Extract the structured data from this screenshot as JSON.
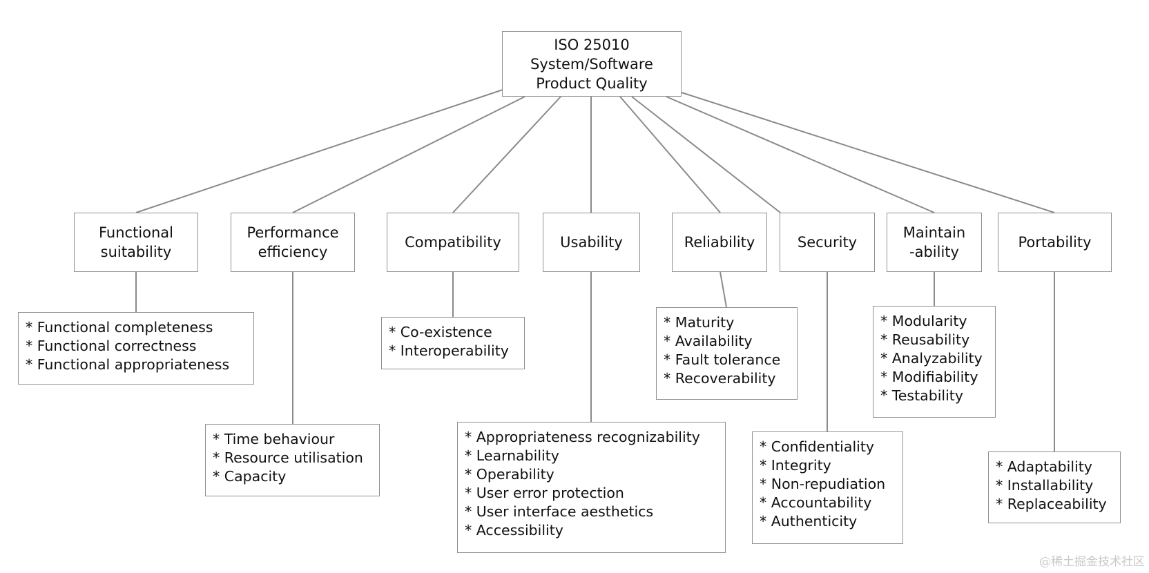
{
  "diagram": {
    "root": {
      "lines": [
        "ISO 25010",
        "System/Software",
        "Product Quality"
      ]
    },
    "categories": [
      {
        "title_lines": [
          "Functional",
          "suitability"
        ],
        "items": [
          "* Functional completeness",
          "* Functional correctness",
          "* Functional appropriateness"
        ]
      },
      {
        "title_lines": [
          "Performance",
          "efficiency"
        ],
        "items": [
          "* Time behaviour",
          "* Resource utilisation",
          "* Capacity"
        ]
      },
      {
        "title_lines": [
          "Compatibility"
        ],
        "items": [
          "* Co-existence",
          "* Interoperability"
        ]
      },
      {
        "title_lines": [
          "Usability"
        ],
        "items": [
          "* Appropriateness recognizability",
          "* Learnability",
          "* Operability",
          "* User error protection",
          "* User interface aesthetics",
          "* Accessibility"
        ]
      },
      {
        "title_lines": [
          "Reliability"
        ],
        "items": [
          "* Maturity",
          "* Availability",
          "* Fault tolerance",
          "* Recoverability"
        ]
      },
      {
        "title_lines": [
          "Security"
        ],
        "items": [
          "* Confidentiality",
          "* Integrity",
          "* Non-repudiation",
          "* Accountability",
          "* Authenticity"
        ]
      },
      {
        "title_lines": [
          "Maintain",
          "-ability"
        ],
        "items": [
          "* Modularity",
          "* Reusability",
          "* Analyzability",
          "* Modifiability",
          "* Testability"
        ]
      },
      {
        "title_lines": [
          "Portability"
        ],
        "items": [
          "* Adaptability",
          "* Installability",
          "* Replaceability"
        ]
      }
    ]
  },
  "watermark": "@稀土掘金技术社区"
}
